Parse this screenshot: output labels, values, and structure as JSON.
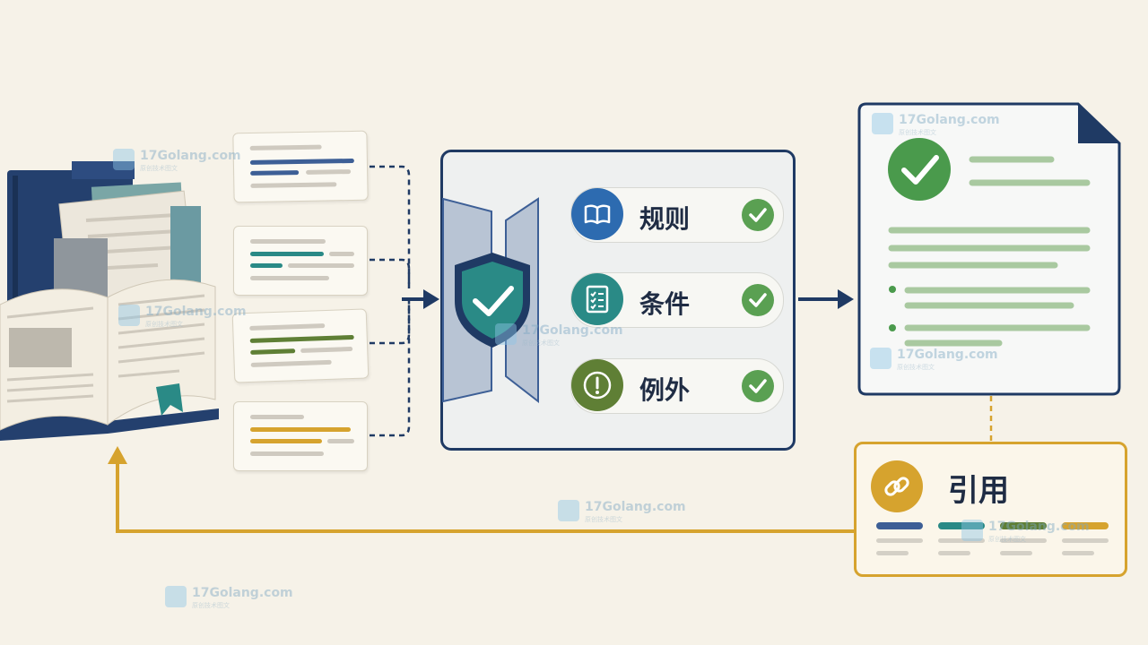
{
  "validation": {
    "items": [
      {
        "label": "规则",
        "icon": "book-icon",
        "color": "#2d6bb0"
      },
      {
        "label": "条件",
        "icon": "checklist-icon",
        "color": "#2a8a86"
      },
      {
        "label": "例外",
        "icon": "exclamation-icon",
        "color": "#5f7f35"
      }
    ]
  },
  "citation": {
    "label": "引用",
    "icon": "link-icon"
  },
  "watermark": {
    "text": "17Golang.com",
    "subtext": "原创技术图文"
  },
  "colors": {
    "navy": "#1f3a64",
    "blue": "#3d5f96",
    "teal": "#2a8a86",
    "olive": "#5f7f35",
    "gold": "#d6a32e",
    "green": "#5aa052"
  }
}
